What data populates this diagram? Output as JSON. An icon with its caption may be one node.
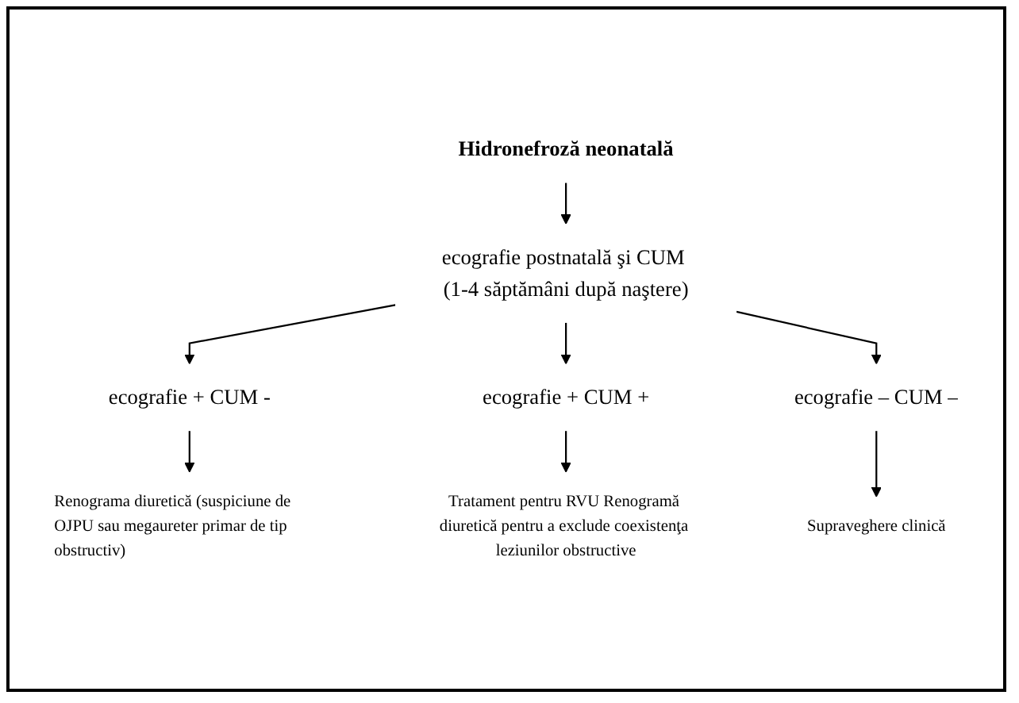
{
  "diagram": {
    "nodes": [
      {
        "text": [
          "Hidronefroză neonatală"
        ]
      },
      {
        "text": [
          "ecografie postnatală şi CUM (1-4 săptămâni după naştere)"
        ]
      },
      {
        "text": [
          "ecografie + CUM -"
        ]
      },
      {
        "text": [
          "ecografie + CUM +"
        ]
      },
      {
        "text": [
          "ecografie – CUM –"
        ]
      },
      {
        "text": [
          "Renograma diuretică (suspiciune de OJPU sau megaureter primar de tip obstructiv)"
        ]
      },
      {
        "text": [
          "Tratament pentru RVU Renogramă diuretică pentru a exclude coexistenţa leziunilor obstructive"
        ]
      },
      {
        "text": [
          "Supraveghere clinică"
        ]
      }
    ],
    "edges": [
      {
        "from": 0,
        "to": 1,
        "arrow": "to"
      },
      {
        "from": 1,
        "to": 2,
        "arrow": "to"
      },
      {
        "from": 1,
        "to": 3,
        "arrow": "to"
      },
      {
        "from": 1,
        "to": 4,
        "arrow": "to"
      },
      {
        "from": 2,
        "to": 5,
        "arrow": "to"
      },
      {
        "from": 3,
        "to": 6,
        "arrow": "to"
      },
      {
        "from": 4,
        "to": 7,
        "arrow": "to"
      }
    ]
  }
}
